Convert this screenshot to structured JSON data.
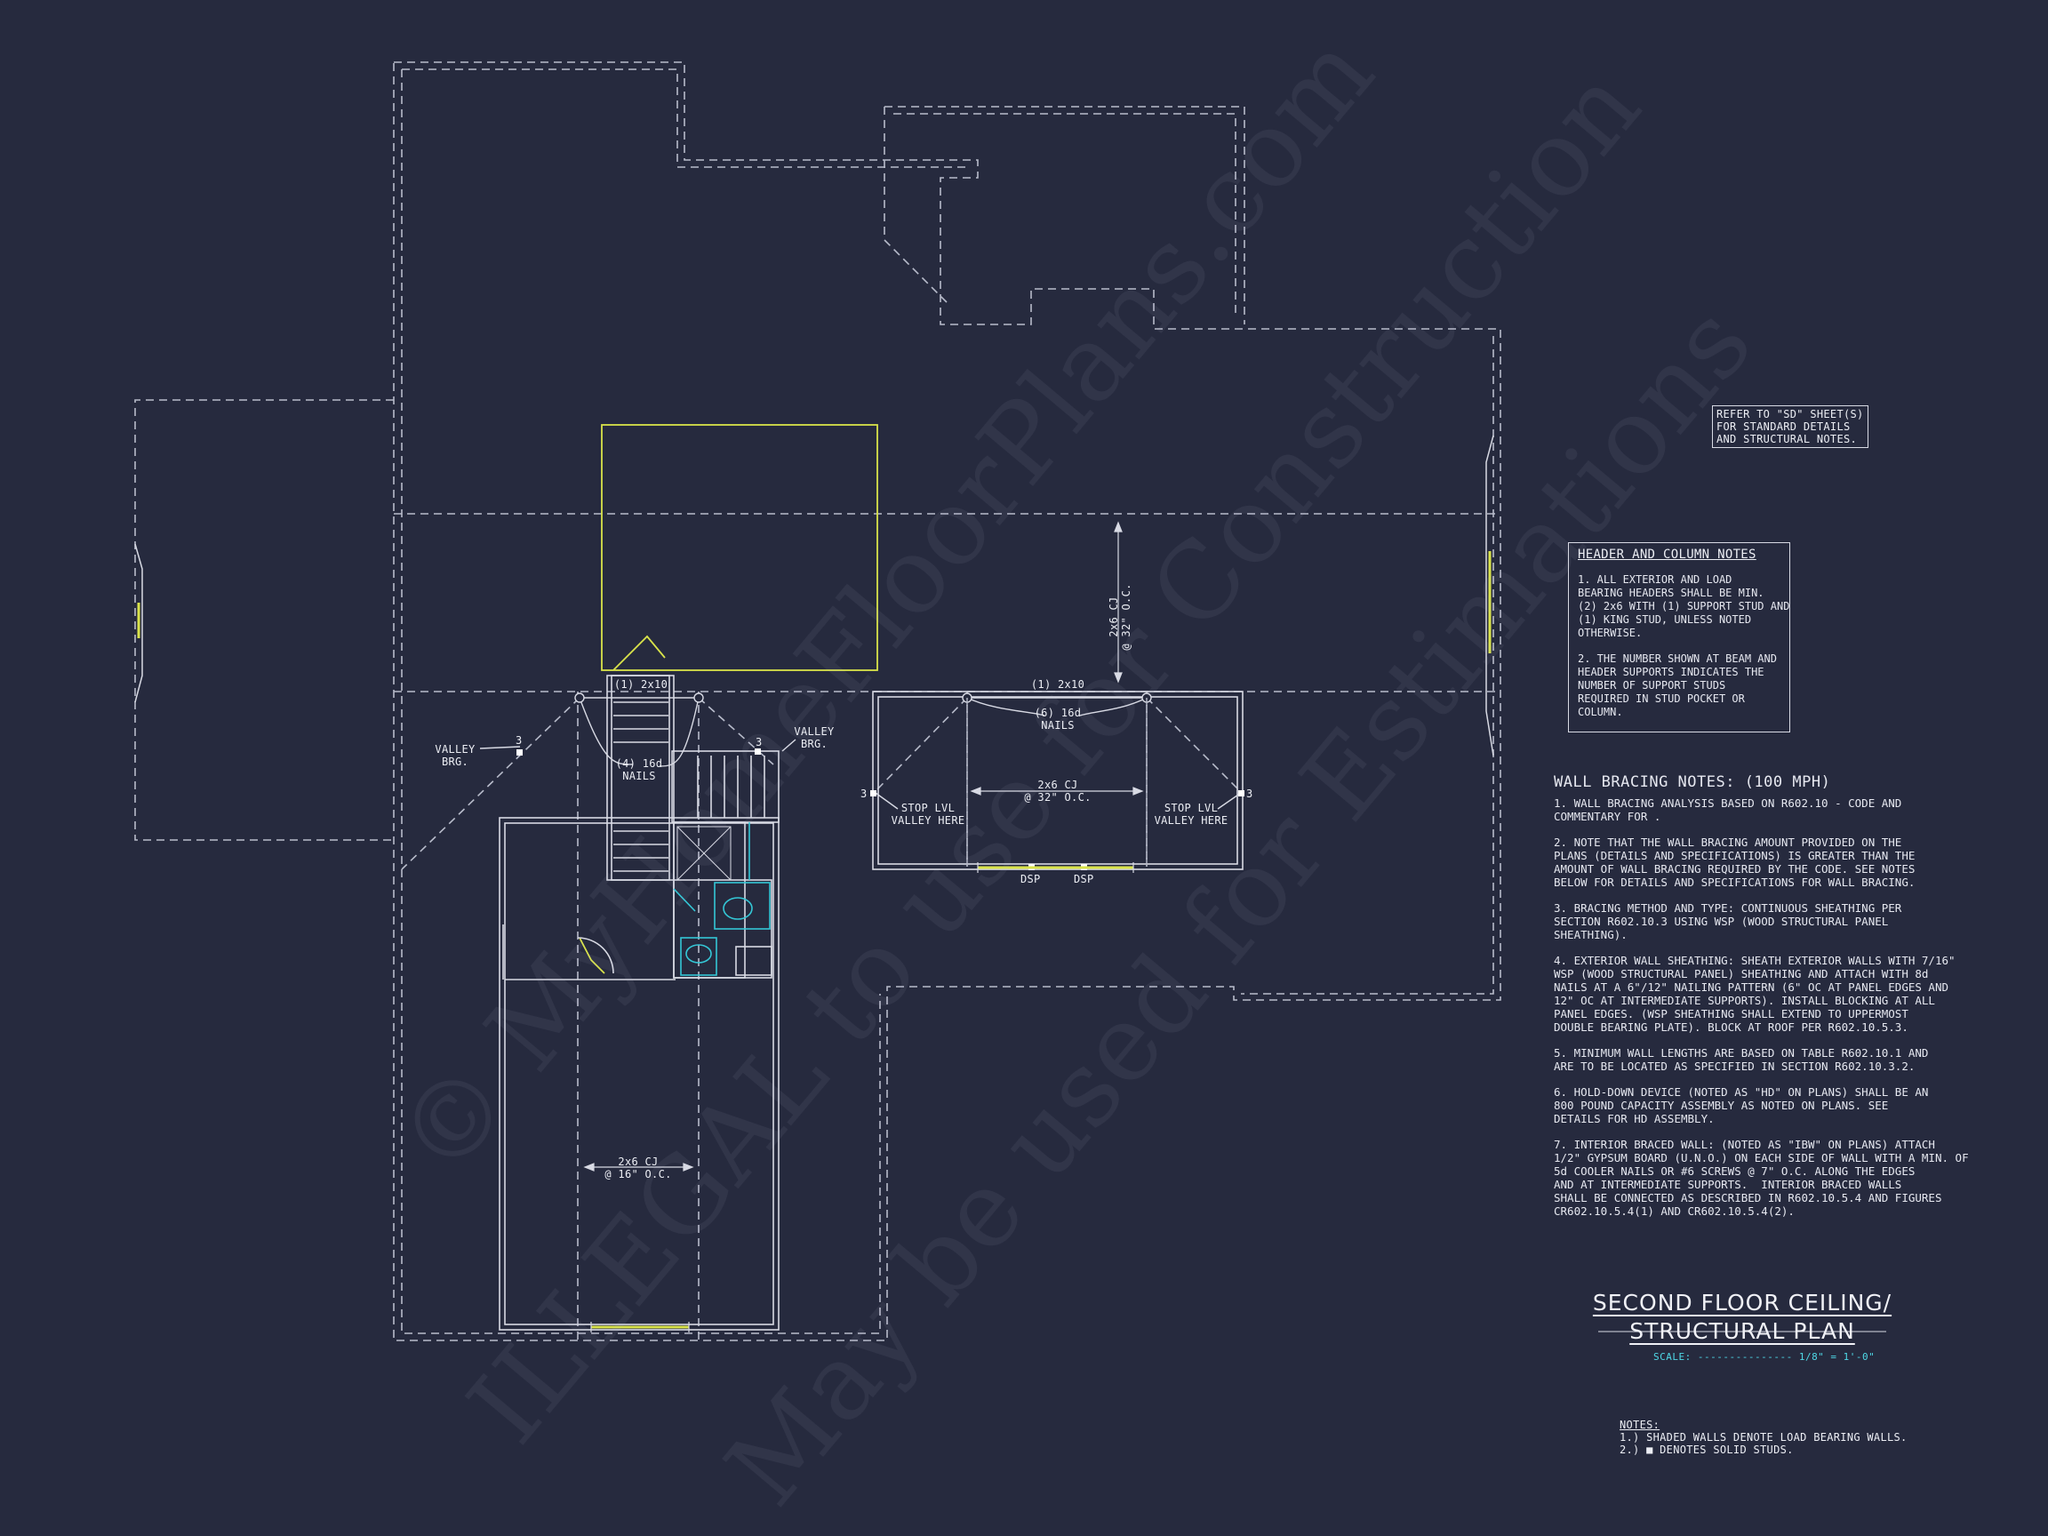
{
  "watermark": {
    "line1": "© MyHomeFloorPlans.com",
    "line2": "ILLEGAL to use for Construction",
    "line3": "May be used for Estimations"
  },
  "plan_labels": {
    "header_top_left": "(1) 2x10",
    "nails_left": "(4) 16d\nNAILS",
    "header_top_right": "(1) 2x10",
    "nails_right": "(6) 16d\nNAILS",
    "valley_left": "VALLEY\nBRG.",
    "valley_right": "VALLEY\nBRG.",
    "stud_count": "3",
    "stop_lvl_left": "STOP LVL\nVALLEY HERE",
    "stop_lvl_right": "STOP LVL\nVALLEY HERE",
    "cj_32_right_vertical": "2x6 CJ\n@ 32\" O.C.",
    "cj_32_center": "2x6 CJ\n@ 32\" O.C.",
    "cj_16": "2x6 CJ\n@ 16\" O.C.",
    "dsp": "DSP"
  },
  "refer_note": "REFER TO \"SD\" SHEET(S)\nFOR STANDARD DETAILS\nAND STRUCTURAL NOTES.",
  "header_column_notes": {
    "title": "HEADER AND COLUMN NOTES",
    "items": [
      "1. ALL EXTERIOR AND LOAD\nBEARING HEADERS SHALL BE MIN.\n(2) 2x6 WITH (1) SUPPORT STUD AND\n(1) KING STUD, UNLESS NOTED\nOTHERWISE.",
      "2. THE NUMBER SHOWN AT BEAM AND\nHEADER SUPPORTS INDICATES THE\nNUMBER OF SUPPORT STUDS\nREQUIRED IN STUD POCKET OR\nCOLUMN."
    ]
  },
  "wall_bracing_notes": {
    "title": "WALL BRACING NOTES: (100 MPH)",
    "items": [
      "1. WALL BRACING ANALYSIS BASED ON R602.10 - CODE AND\nCOMMENTARY FOR .",
      "2. NOTE THAT THE WALL BRACING AMOUNT PROVIDED ON THE\nPLANS (DETAILS AND SPECIFICATIONS) IS GREATER THAN THE\nAMOUNT OF WALL BRACING REQUIRED BY THE CODE. SEE NOTES\nBELOW FOR DETAILS AND SPECIFICATIONS FOR WALL BRACING.",
      "3. BRACING METHOD AND TYPE: CONTINUOUS SHEATHING PER\nSECTION R602.10.3 USING WSP (WOOD STRUCTURAL PANEL\nSHEATHING).",
      "4. EXTERIOR WALL SHEATHING: SHEATH EXTERIOR WALLS WITH 7/16\"\nWSP (WOOD STRUCTURAL PANEL) SHEATHING AND ATTACH WITH 8d\nNAILS AT A 6\"/12\" NAILING PATTERN (6\" OC AT PANEL EDGES AND\n12\" OC AT INTERMEDIATE SUPPORTS). INSTALL BLOCKING AT ALL\nPANEL EDGES. (WSP SHEATHING SHALL EXTEND TO UPPERMOST\nDOUBLE BEARING PLATE). BLOCK AT ROOF PER R602.10.5.3.",
      "5. MINIMUM WALL LENGTHS ARE BASED ON TABLE R602.10.1 AND\nARE TO BE LOCATED AS SPECIFIED IN SECTION R602.10.3.2.",
      "6. HOLD-DOWN DEVICE (NOTED AS \"HD\" ON PLANS) SHALL BE AN\n800 POUND CAPACITY ASSEMBLY AS NOTED ON PLANS. SEE\nDETAILS FOR HD ASSEMBLY.",
      "7. INTERIOR BRACED WALL: (NOTED AS \"IBW\" ON PLANS) ATTACH\n1/2\" GYPSUM BOARD (U.N.O.) ON EACH SIDE OF WALL WITH A MIN. OF\n5d COOLER NAILS OR #6 SCREWS @ 7\" O.C. ALONG THE EDGES\nAND AT INTERMEDIATE SUPPORTS.  INTERIOR BRACED WALLS\nSHALL BE CONNECTED AS DESCRIBED IN R602.10.5.4 AND FIGURES\nCR602.10.5.4(1) AND CR602.10.5.4(2)."
    ]
  },
  "sheet_title": {
    "line1": "SECOND FLOOR CEILING/",
    "line2": "STRUCTURAL PLAN",
    "scale": "SCALE: --------------- 1/8\" = 1'-0\""
  },
  "bottom_notes": {
    "title": "NOTES:",
    "items": [
      "1.) SHADED WALLS DENOTE LOAD BEARING WALLS.",
      "2.) ■ DENOTES SOLID STUDS."
    ]
  },
  "colors": {
    "background": "#262a3e",
    "linework": "#d8dae4",
    "accent_yellow": "#d9e34a",
    "accent_cyan": "#34c7d6"
  }
}
